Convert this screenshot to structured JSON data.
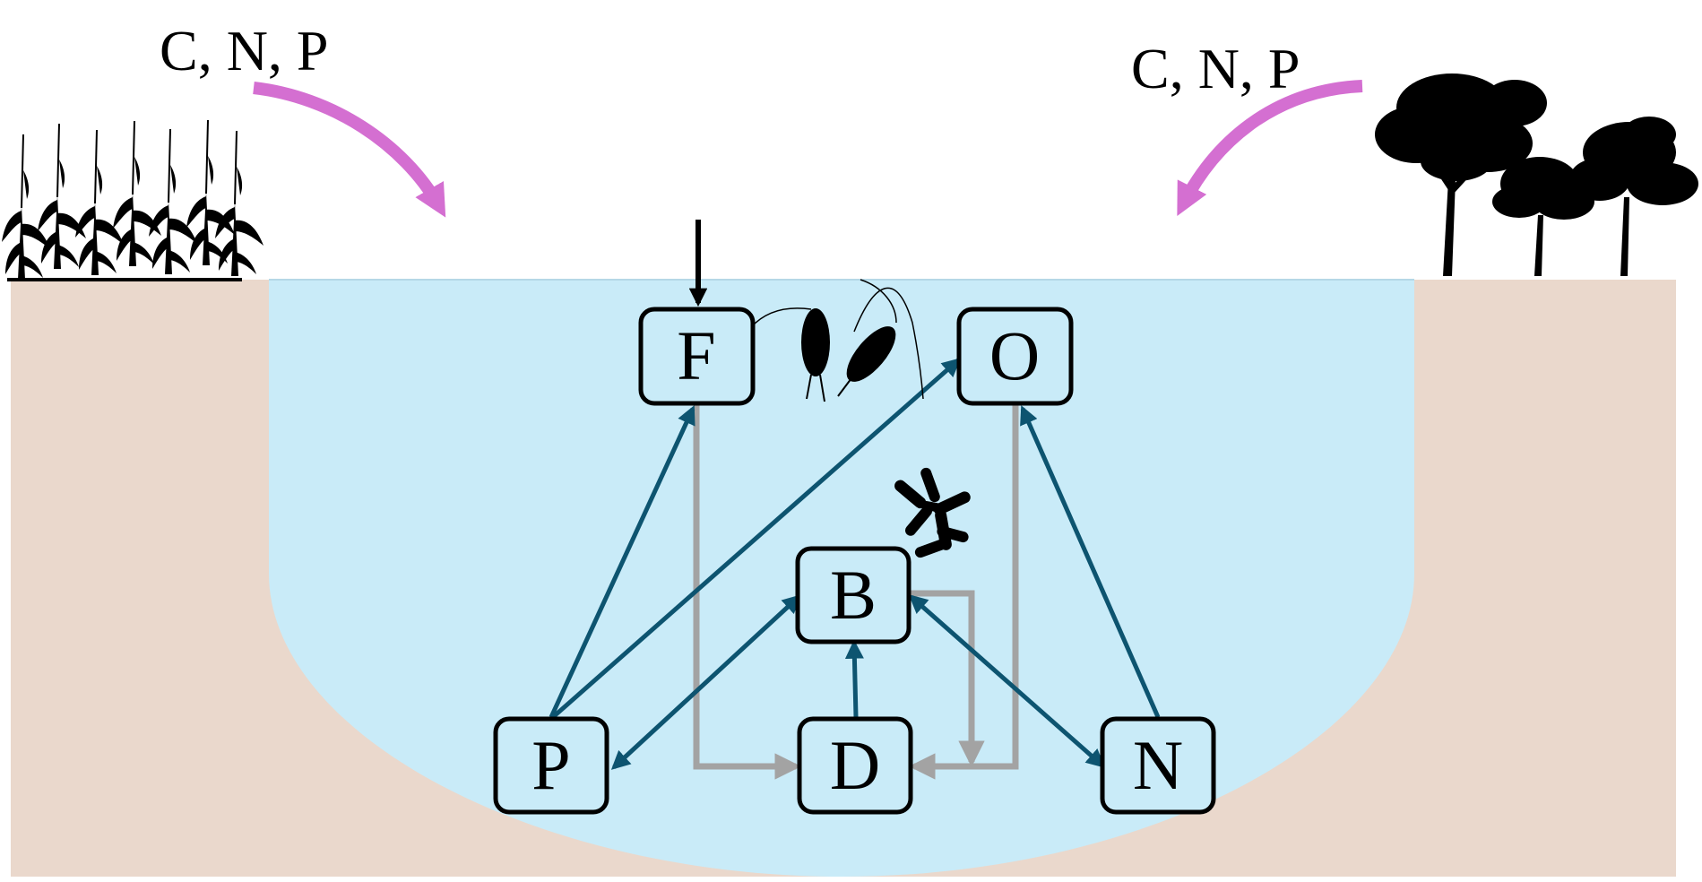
{
  "inputs": {
    "left_label": "C, N, P",
    "right_label": "C, N, P"
  },
  "nodes": {
    "F": "F",
    "O": "O",
    "B": "B",
    "P": "P",
    "D": "D",
    "N": "N"
  },
  "flows_teal": [
    {
      "from": "P",
      "to": "F"
    },
    {
      "from": "P",
      "to": "O"
    },
    {
      "from": "P",
      "to": "B",
      "bidirectional": true
    },
    {
      "from": "D",
      "to": "B"
    },
    {
      "from": "N",
      "to": "B",
      "bidirectional": true
    },
    {
      "from": "N",
      "to": "O"
    }
  ],
  "flows_grey": [
    {
      "from": "F",
      "to": "D"
    },
    {
      "from": "O",
      "to": "D"
    },
    {
      "from": "B",
      "to": "D"
    }
  ],
  "external_input": {
    "to": "F"
  },
  "colors": {
    "water": "#c9ebf8",
    "soil": "#ead8cc",
    "teal_arrow": "#0d5470",
    "grey_arrow": "#a3a3a3",
    "pink_arrow": "#d46fd1",
    "node_fill": "#c9ebf8"
  },
  "icons": [
    "corn-plants-icon",
    "trees-icon",
    "zooplankton-icon",
    "bacteria-icon"
  ]
}
